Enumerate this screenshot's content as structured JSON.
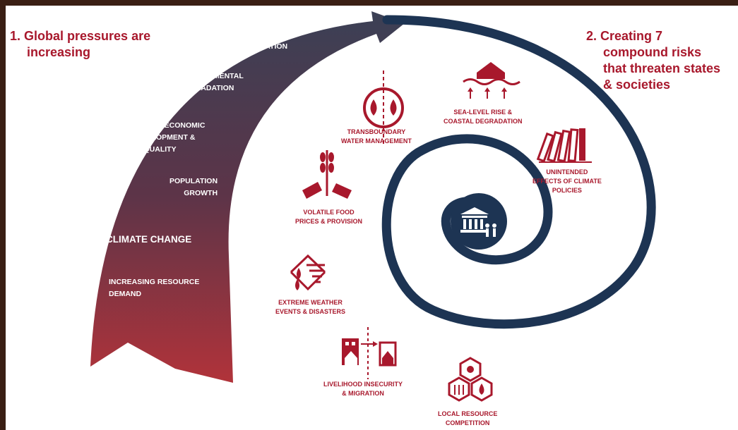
{
  "headings": {
    "left": [
      "1. Global pressures are",
      "increasing"
    ],
    "right": [
      "2. Creating 7",
      "compound risks",
      "that threaten states",
      "& societies"
    ]
  },
  "pressures": [
    {
      "lines": [
        "URBANIZATION"
      ]
    },
    {
      "lines": [
        "ENVIRONMENTAL",
        "DEGRADATION"
      ]
    },
    {
      "lines": [
        "UNEVEN ECONOMIC",
        "DEVELOPMENT &",
        "INEQUALITY"
      ]
    },
    {
      "lines": [
        "POPULATION",
        "GROWTH"
      ]
    },
    {
      "lines": [
        "CLIMATE CHANGE"
      ]
    },
    {
      "lines": [
        "INCREASING RESOURCE",
        "DEMAND"
      ]
    }
  ],
  "risks": [
    {
      "icon": "water-drops-icon",
      "lines": [
        "TRANSBOUNDARY",
        "WATER MANAGEMENT"
      ]
    },
    {
      "icon": "sea-level-rise-icon",
      "lines": [
        "SEA-LEVEL RISE &",
        "COASTAL DEGRADATION"
      ]
    },
    {
      "icon": "wheat-price-tags-icon",
      "lines": [
        "VOLATILE FOOD",
        "PRICES & PROVISION"
      ]
    },
    {
      "icon": "falling-dominoes-icon",
      "lines": [
        "UNINTENDED",
        "EFFECTS OF CLIMATE",
        "POLICIES"
      ]
    },
    {
      "icon": "tornado-drops-icon",
      "lines": [
        "EXTREME WEATHER",
        "EVENTS & DISASTERS"
      ]
    },
    {
      "icon": "migration-houses-icon",
      "lines": [
        "LIVELIHOOD INSECURITY",
        "& MIGRATION"
      ]
    },
    {
      "icon": "resource-hexagons-icon",
      "lines": [
        "LOCAL RESOURCE",
        "COMPETITION"
      ]
    }
  ],
  "center_icon": "state-building-people-icon",
  "colors": {
    "accent_red": "#a8182c",
    "arrow_top": "#3b4055",
    "arrow_bottom": "#b1333a",
    "spiral_navy": "#1d3453",
    "frame_brown": "#3a1f14"
  }
}
